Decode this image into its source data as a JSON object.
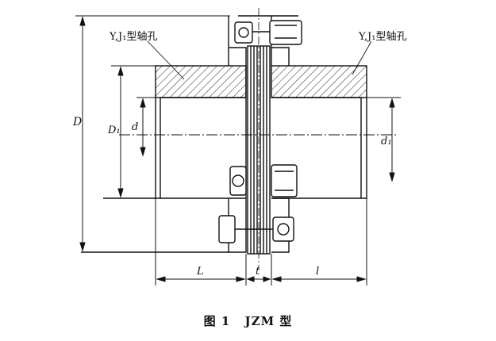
{
  "labels": {
    "bore_left": "Y,J₁型轴孔",
    "bore_right": "Y,J₁型轴孔",
    "dim_D": "D",
    "dim_D1": "D₁",
    "dim_d": "d",
    "dim_d1": "d₁",
    "dim_L": "L",
    "dim_t": "t",
    "dim_l": "l"
  },
  "caption": {
    "figure_no": "图 1",
    "title": "JZM 型"
  },
  "colors": {
    "line": "#111111",
    "hatch": "#222222",
    "background": "#ffffff"
  }
}
